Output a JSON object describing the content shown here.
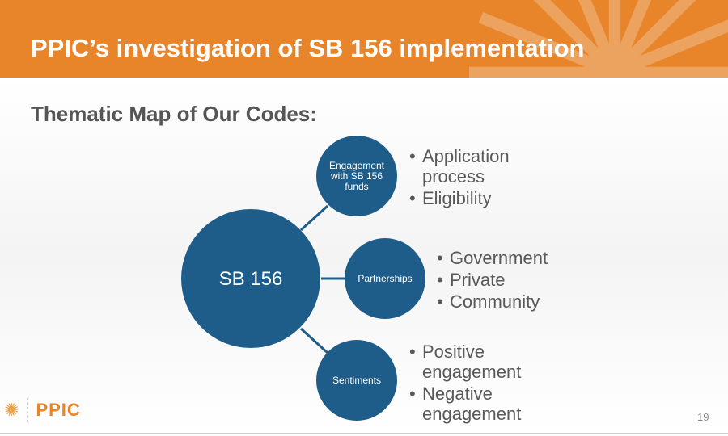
{
  "header": {
    "title": "PPIC’s investigation of SB 156 implementation"
  },
  "subtitle": "Thematic Map of Our Codes:",
  "diagram": {
    "center": "SB 156",
    "nodes": [
      {
        "label": "Engagement with SB 156 funds",
        "bullets": [
          "Application process",
          "Eligibility"
        ]
      },
      {
        "label": "Partnerships",
        "bullets": [
          "Government",
          "Private",
          "Community"
        ]
      },
      {
        "label": "Sentiments",
        "bullets": [
          "Positive engagement",
          "Negative engagement"
        ]
      }
    ]
  },
  "footer": {
    "logo": "PPIC",
    "page": "19"
  },
  "colors": {
    "accent": "#E8852B",
    "node": "#1E5D89"
  }
}
